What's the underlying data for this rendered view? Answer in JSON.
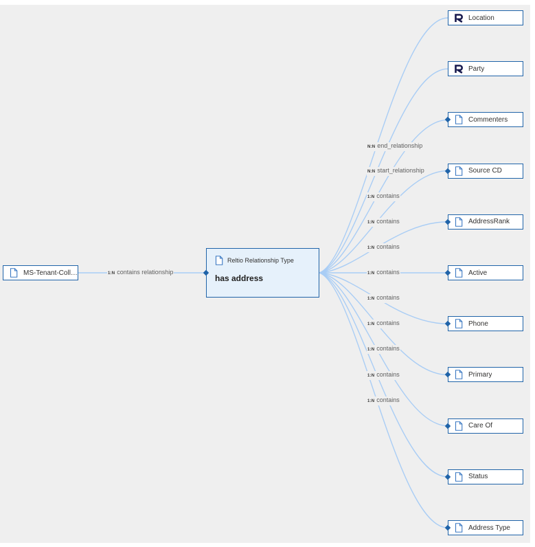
{
  "source_node": {
    "label": "MS-Tenant-Colle...",
    "icon": "document-icon"
  },
  "source_edge": {
    "cardinality": "1:N",
    "label": "contains relationship"
  },
  "center_node": {
    "type_label": "Reltio Relationship Type",
    "title": "has address",
    "icon": "document-icon"
  },
  "targets": [
    {
      "label": "Location",
      "icon": "reltio-logo-icon",
      "cardinality": "",
      "relationship": ""
    },
    {
      "label": "Party",
      "icon": "reltio-logo-icon",
      "cardinality": "",
      "relationship": ""
    },
    {
      "label": "Commenters",
      "icon": "document-icon",
      "cardinality": "N:N",
      "relationship": "end_relationship"
    },
    {
      "label": "Source CD",
      "icon": "document-icon",
      "cardinality": "N:N",
      "relationship": "start_relationship"
    },
    {
      "label": "AddressRank",
      "icon": "document-icon",
      "cardinality": "1:N",
      "relationship": "contains"
    },
    {
      "label": "Active",
      "icon": "document-icon",
      "cardinality": "1:N",
      "relationship": "contains"
    },
    {
      "label": "Phone",
      "icon": "document-icon",
      "cardinality": "1:N",
      "relationship": "contains"
    },
    {
      "label": "Primary",
      "icon": "document-icon",
      "cardinality": "1:N",
      "relationship": "contains"
    },
    {
      "label": "Care Of",
      "icon": "document-icon",
      "cardinality": "1:N",
      "relationship": "contains"
    },
    {
      "label": "Status",
      "icon": "document-icon",
      "cardinality": "1:N",
      "relationship": "contains"
    },
    {
      "label": "Address Type",
      "icon": "document-icon",
      "cardinality": "1:N",
      "relationship": "contains"
    }
  ],
  "extra_edges": [
    {
      "cardinality": "1:N",
      "relationship": "contains"
    },
    {
      "cardinality": "1:N",
      "relationship": "contains"
    }
  ],
  "colors": {
    "background": "#efefef",
    "border": "#1f63a8",
    "wire": "#a9cdf5",
    "center_fill": "#e6f1fb"
  }
}
